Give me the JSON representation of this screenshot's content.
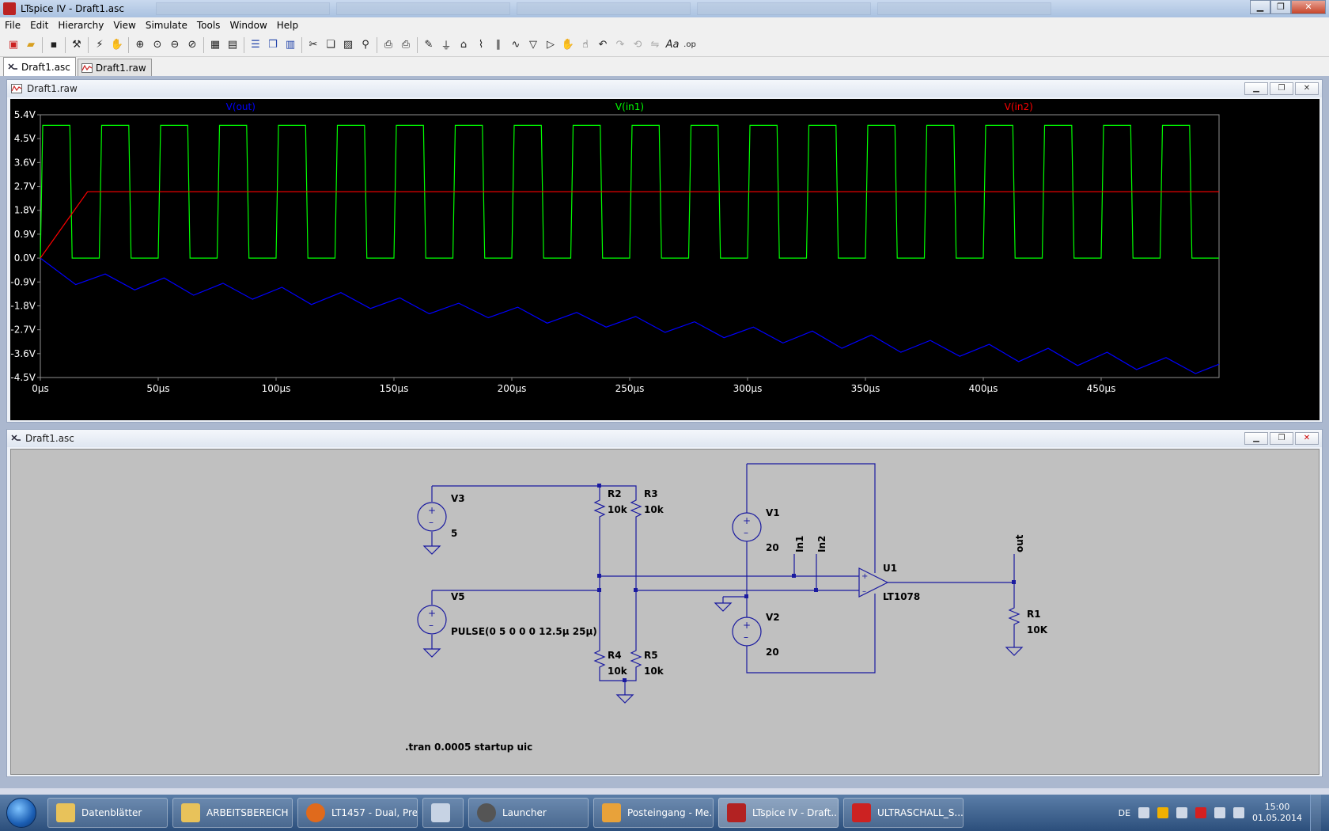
{
  "window": {
    "title": "LTspice IV - Draft1.asc"
  },
  "menu": [
    "File",
    "Edit",
    "Hierarchy",
    "View",
    "Simulate",
    "Tools",
    "Window",
    "Help"
  ],
  "doc_tabs": [
    {
      "label": "Draft1.asc",
      "active": true
    },
    {
      "label": "Draft1.raw",
      "active": false
    }
  ],
  "plot_window": {
    "title": "Draft1.raw",
    "traces": [
      {
        "label": "V(out)",
        "color": "#0000ff"
      },
      {
        "label": "V(in1)",
        "color": "#00ff00"
      },
      {
        "label": "V(in2)",
        "color": "#ff0000"
      }
    ]
  },
  "chart_data": {
    "type": "line",
    "xlim": [
      0,
      500
    ],
    "ylim": [
      -4.5,
      5.4
    ],
    "x_ticks": [
      "0µs",
      "50µs",
      "100µs",
      "150µs",
      "200µs",
      "250µs",
      "300µs",
      "350µs",
      "400µs",
      "450µs"
    ],
    "y_ticks": [
      "5.4V",
      "4.5V",
      "3.6V",
      "2.7V",
      "1.8V",
      "0.9V",
      "0.0V",
      "-0.9V",
      "-1.8V",
      "-2.7V",
      "-3.6V",
      "-4.5V"
    ],
    "series": [
      {
        "name": "V(out)",
        "x": [
          0,
          15,
          27.5,
          40,
          52.5,
          65,
          77.5,
          90,
          102.5,
          115,
          127.5,
          140,
          152.5,
          165,
          177.5,
          190,
          202.5,
          215,
          227.5,
          240,
          252.5,
          265,
          277.5,
          290,
          302.5,
          315,
          327.5,
          340,
          352.5,
          365,
          377.5,
          390,
          402.5,
          415,
          427.5,
          440,
          452.5,
          465,
          477.5,
          490,
          500
        ],
        "y": [
          0,
          -1.0,
          -0.6,
          -1.2,
          -0.75,
          -1.4,
          -0.95,
          -1.55,
          -1.1,
          -1.75,
          -1.3,
          -1.9,
          -1.5,
          -2.1,
          -1.7,
          -2.25,
          -1.85,
          -2.45,
          -2.05,
          -2.6,
          -2.2,
          -2.8,
          -2.4,
          -3.0,
          -2.6,
          -3.2,
          -2.75,
          -3.4,
          -2.9,
          -3.55,
          -3.1,
          -3.7,
          -3.25,
          -3.9,
          -3.4,
          -4.05,
          -3.55,
          -4.2,
          -3.75,
          -4.35,
          -4.0
        ]
      },
      {
        "name": "V(in1)",
        "type": "pulse",
        "v1": 0,
        "v2": 5,
        "rise_time": 1,
        "on_time": 12.5,
        "period": 25
      },
      {
        "name": "V(in2)",
        "x": [
          0,
          20,
          500
        ],
        "y": [
          0,
          2.5,
          2.5
        ]
      }
    ]
  },
  "schematic_window": {
    "title": "Draft1.asc",
    "labels": {
      "v3": "V3",
      "v3_val": "5",
      "v5": "V5",
      "v5_val": "PULSE(0 5 0 0 0 12.5µ 25µ)",
      "r2": "R2",
      "r2_val": "10k",
      "r3": "R3",
      "r3_val": "10k",
      "r4": "R4",
      "r4_val": "10k",
      "r5": "R5",
      "r5_val": "10k",
      "v1": "V1",
      "v1_val": "20",
      "v2": "V2",
      "v2_val": "20",
      "in1": "In1",
      "in2": "In2",
      "u1": "U1",
      "u1_part": "LT1078",
      "out": "out",
      "r1": "R1",
      "r1_val": "10K",
      "directive": ".tran 0.0005 startup uic"
    }
  },
  "taskbar": {
    "items": [
      {
        "label": "Datenblätter",
        "color": "#e8c25a"
      },
      {
        "label": "ARBEITSBEREICH",
        "color": "#e8c25a"
      },
      {
        "label": "LT1457 - Dual, Pre...",
        "color": "#e06a1c"
      },
      {
        "label": "",
        "color": "#c7d3e4"
      },
      {
        "label": "Launcher",
        "color": "#555555"
      },
      {
        "label": "Posteingang - Me...",
        "color": "#e8a23a"
      },
      {
        "label": "LTspice IV - Draft...",
        "color": "#b22222",
        "active": true
      },
      {
        "label": "ULTRASCHALL_S...",
        "color": "#cc2222"
      }
    ],
    "tray": {
      "lang": "DE",
      "time": "15:00",
      "date": "01.05.2014"
    }
  }
}
